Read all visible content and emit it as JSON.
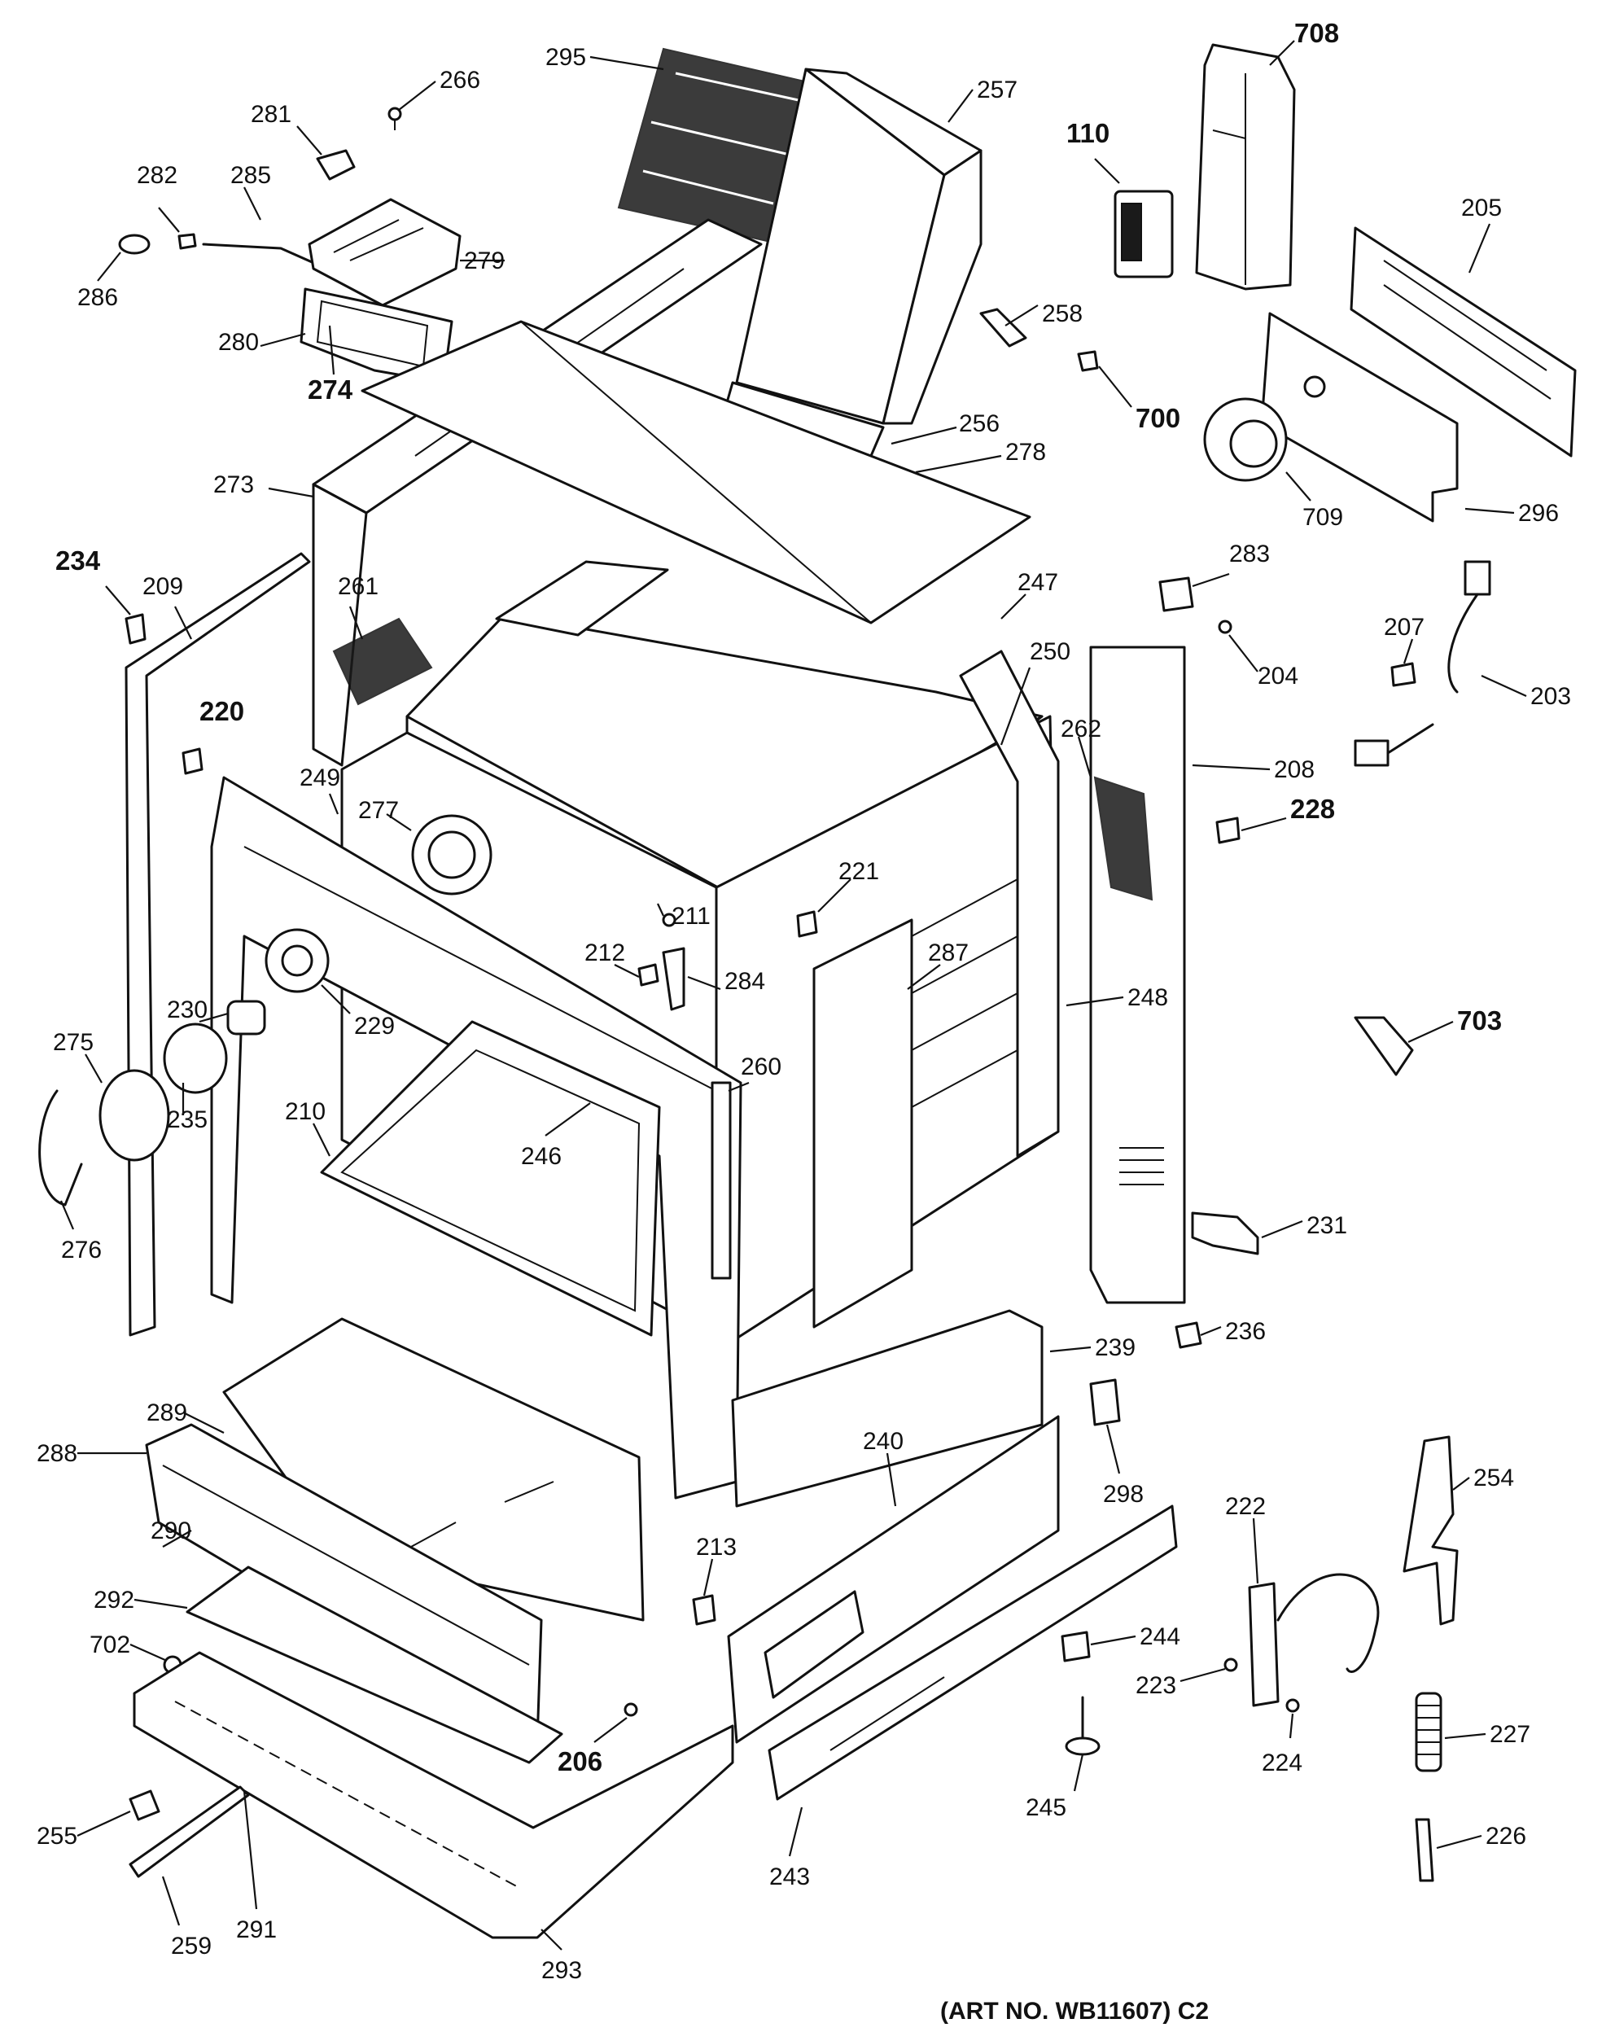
{
  "art_number": "(ART NO. WB11607) C2",
  "labels": [
    {
      "id": "295",
      "text": "295",
      "bold": false
    },
    {
      "id": "257",
      "text": "257",
      "bold": false
    },
    {
      "id": "708",
      "text": "708",
      "bold": true
    },
    {
      "id": "110",
      "text": "110",
      "bold": true
    },
    {
      "id": "266",
      "text": "266",
      "bold": false
    },
    {
      "id": "281",
      "text": "281",
      "bold": false
    },
    {
      "id": "282",
      "text": "282",
      "bold": false
    },
    {
      "id": "285",
      "text": "285",
      "bold": false
    },
    {
      "id": "279",
      "text": "279",
      "bold": false
    },
    {
      "id": "286",
      "text": "286",
      "bold": false
    },
    {
      "id": "280",
      "text": "280",
      "bold": false
    },
    {
      "id": "274",
      "text": "274",
      "bold": true
    },
    {
      "id": "205",
      "text": "205",
      "bold": false
    },
    {
      "id": "258",
      "text": "258",
      "bold": false
    },
    {
      "id": "700",
      "text": "700",
      "bold": true
    },
    {
      "id": "256",
      "text": "256",
      "bold": false
    },
    {
      "id": "278",
      "text": "278",
      "bold": false
    },
    {
      "id": "273",
      "text": "273",
      "bold": false
    },
    {
      "id": "709",
      "text": "709",
      "bold": false
    },
    {
      "id": "296",
      "text": "296",
      "bold": false
    },
    {
      "id": "234",
      "text": "234",
      "bold": true
    },
    {
      "id": "209",
      "text": "209",
      "bold": false
    },
    {
      "id": "261",
      "text": "261",
      "bold": false
    },
    {
      "id": "247",
      "text": "247",
      "bold": false
    },
    {
      "id": "283",
      "text": "283",
      "bold": false
    },
    {
      "id": "250",
      "text": "250",
      "bold": false
    },
    {
      "id": "204",
      "text": "204",
      "bold": false
    },
    {
      "id": "207",
      "text": "207",
      "bold": false
    },
    {
      "id": "203",
      "text": "203",
      "bold": false
    },
    {
      "id": "220",
      "text": "220",
      "bold": true
    },
    {
      "id": "262",
      "text": "262",
      "bold": false
    },
    {
      "id": "208",
      "text": "208",
      "bold": false
    },
    {
      "id": "249",
      "text": "249",
      "bold": false
    },
    {
      "id": "277",
      "text": "277",
      "bold": false
    },
    {
      "id": "228",
      "text": "228",
      "bold": true
    },
    {
      "id": "221",
      "text": "221",
      "bold": false
    },
    {
      "id": "211",
      "text": "211",
      "bold": false
    },
    {
      "id": "212",
      "text": "212",
      "bold": false
    },
    {
      "id": "284",
      "text": "284",
      "bold": false
    },
    {
      "id": "287",
      "text": "287",
      "bold": false
    },
    {
      "id": "248",
      "text": "248",
      "bold": false
    },
    {
      "id": "230",
      "text": "230",
      "bold": false
    },
    {
      "id": "229",
      "text": "229",
      "bold": false
    },
    {
      "id": "703",
      "text": "703",
      "bold": true
    },
    {
      "id": "275",
      "text": "275",
      "bold": false
    },
    {
      "id": "260",
      "text": "260",
      "bold": false
    },
    {
      "id": "210",
      "text": "210",
      "bold": false
    },
    {
      "id": "246",
      "text": "246",
      "bold": false
    },
    {
      "id": "235",
      "text": "235",
      "bold": false
    },
    {
      "id": "276",
      "text": "276",
      "bold": false
    },
    {
      "id": "231",
      "text": "231",
      "bold": false
    },
    {
      "id": "239",
      "text": "239",
      "bold": false
    },
    {
      "id": "236",
      "text": "236",
      "bold": false
    },
    {
      "id": "289",
      "text": "289",
      "bold": false
    },
    {
      "id": "288",
      "text": "288",
      "bold": false
    },
    {
      "id": "240",
      "text": "240",
      "bold": false
    },
    {
      "id": "298",
      "text": "298",
      "bold": false
    },
    {
      "id": "254",
      "text": "254",
      "bold": false
    },
    {
      "id": "290",
      "text": "290",
      "bold": false
    },
    {
      "id": "213",
      "text": "213",
      "bold": false
    },
    {
      "id": "222",
      "text": "222",
      "bold": false
    },
    {
      "id": "292",
      "text": "292",
      "bold": false
    },
    {
      "id": "702",
      "text": "702",
      "bold": false
    },
    {
      "id": "244",
      "text": "244",
      "bold": false
    },
    {
      "id": "223",
      "text": "223",
      "bold": false
    },
    {
      "id": "206",
      "text": "206",
      "bold": true
    },
    {
      "id": "227",
      "text": "227",
      "bold": false
    },
    {
      "id": "224",
      "text": "224",
      "bold": false
    },
    {
      "id": "245",
      "text": "245",
      "bold": false
    },
    {
      "id": "255",
      "text": "255",
      "bold": false
    },
    {
      "id": "291",
      "text": "291",
      "bold": false
    },
    {
      "id": "243",
      "text": "243",
      "bold": false
    },
    {
      "id": "226",
      "text": "226",
      "bold": false
    },
    {
      "id": "259",
      "text": "259",
      "bold": false
    },
    {
      "id": "293",
      "text": "293",
      "bold": false
    }
  ]
}
